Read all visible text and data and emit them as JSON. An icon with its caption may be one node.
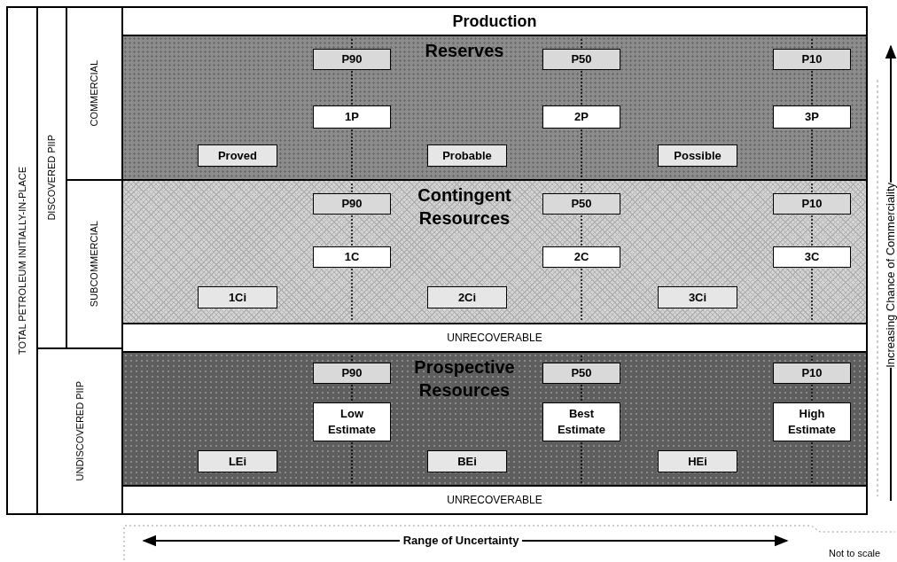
{
  "diagram": {
    "nodes": [
      {
        "text": [
          "TOTAL PETROLEUM INITIALLY-IN-PLACE"
        ]
      },
      {
        "text": [
          "DISCOVERED PIIP"
        ]
      },
      {
        "text": [
          "UNDISCOVERED PIIP"
        ]
      },
      {
        "text": [
          "COMMERCIAL"
        ]
      },
      {
        "text": [
          "SUBCOMMERCIAL"
        ]
      },
      {
        "text": [
          "Production"
        ]
      },
      {
        "text": [
          "Reserves"
        ]
      },
      {
        "text": [
          "P90"
        ],
        "in": 6
      },
      {
        "text": [
          "P50"
        ],
        "in": 6
      },
      {
        "text": [
          "P10"
        ],
        "in": 6
      },
      {
        "text": [
          "1P"
        ],
        "in": 6
      },
      {
        "text": [
          "2P"
        ],
        "in": 6
      },
      {
        "text": [
          "3P"
        ],
        "in": 6
      },
      {
        "text": [
          "Proved"
        ],
        "in": 6
      },
      {
        "text": [
          "Probable"
        ],
        "in": 6
      },
      {
        "text": [
          "Possible"
        ],
        "in": 6
      },
      {
        "text": [
          "Contingent Resources"
        ]
      },
      {
        "text": [
          "P90"
        ],
        "in": 16
      },
      {
        "text": [
          "P50"
        ],
        "in": 16
      },
      {
        "text": [
          "P10"
        ],
        "in": 16
      },
      {
        "text": [
          "1C"
        ],
        "in": 16
      },
      {
        "text": [
          "2C"
        ],
        "in": 16
      },
      {
        "text": [
          "3C"
        ],
        "in": 16
      },
      {
        "text": [
          "1Ci"
        ],
        "in": 16
      },
      {
        "text": [
          "2Ci"
        ],
        "in": 16
      },
      {
        "text": [
          "3Ci"
        ],
        "in": 16
      },
      {
        "text": [
          "UNRECOVERABLE"
        ]
      },
      {
        "text": [
          "Prospective Resources"
        ]
      },
      {
        "text": [
          "P90"
        ],
        "in": 27
      },
      {
        "text": [
          "P50"
        ],
        "in": 27
      },
      {
        "text": [
          "P10"
        ],
        "in": 27
      },
      {
        "text": [
          "Low Estimate"
        ],
        "in": 27
      },
      {
        "text": [
          "Best Estimate"
        ],
        "in": 27
      },
      {
        "text": [
          "High Estimate"
        ],
        "in": 27
      },
      {
        "text": [
          "LEi"
        ],
        "in": 27
      },
      {
        "text": [
          "BEi"
        ],
        "in": 27
      },
      {
        "text": [
          "HEi"
        ],
        "in": 27
      },
      {
        "text": [
          "UNRECOVERABLE"
        ]
      }
    ],
    "labels": [
      "Increasing Chance of Commerciality",
      "Range of Uncertainty",
      "Not to scale"
    ]
  }
}
